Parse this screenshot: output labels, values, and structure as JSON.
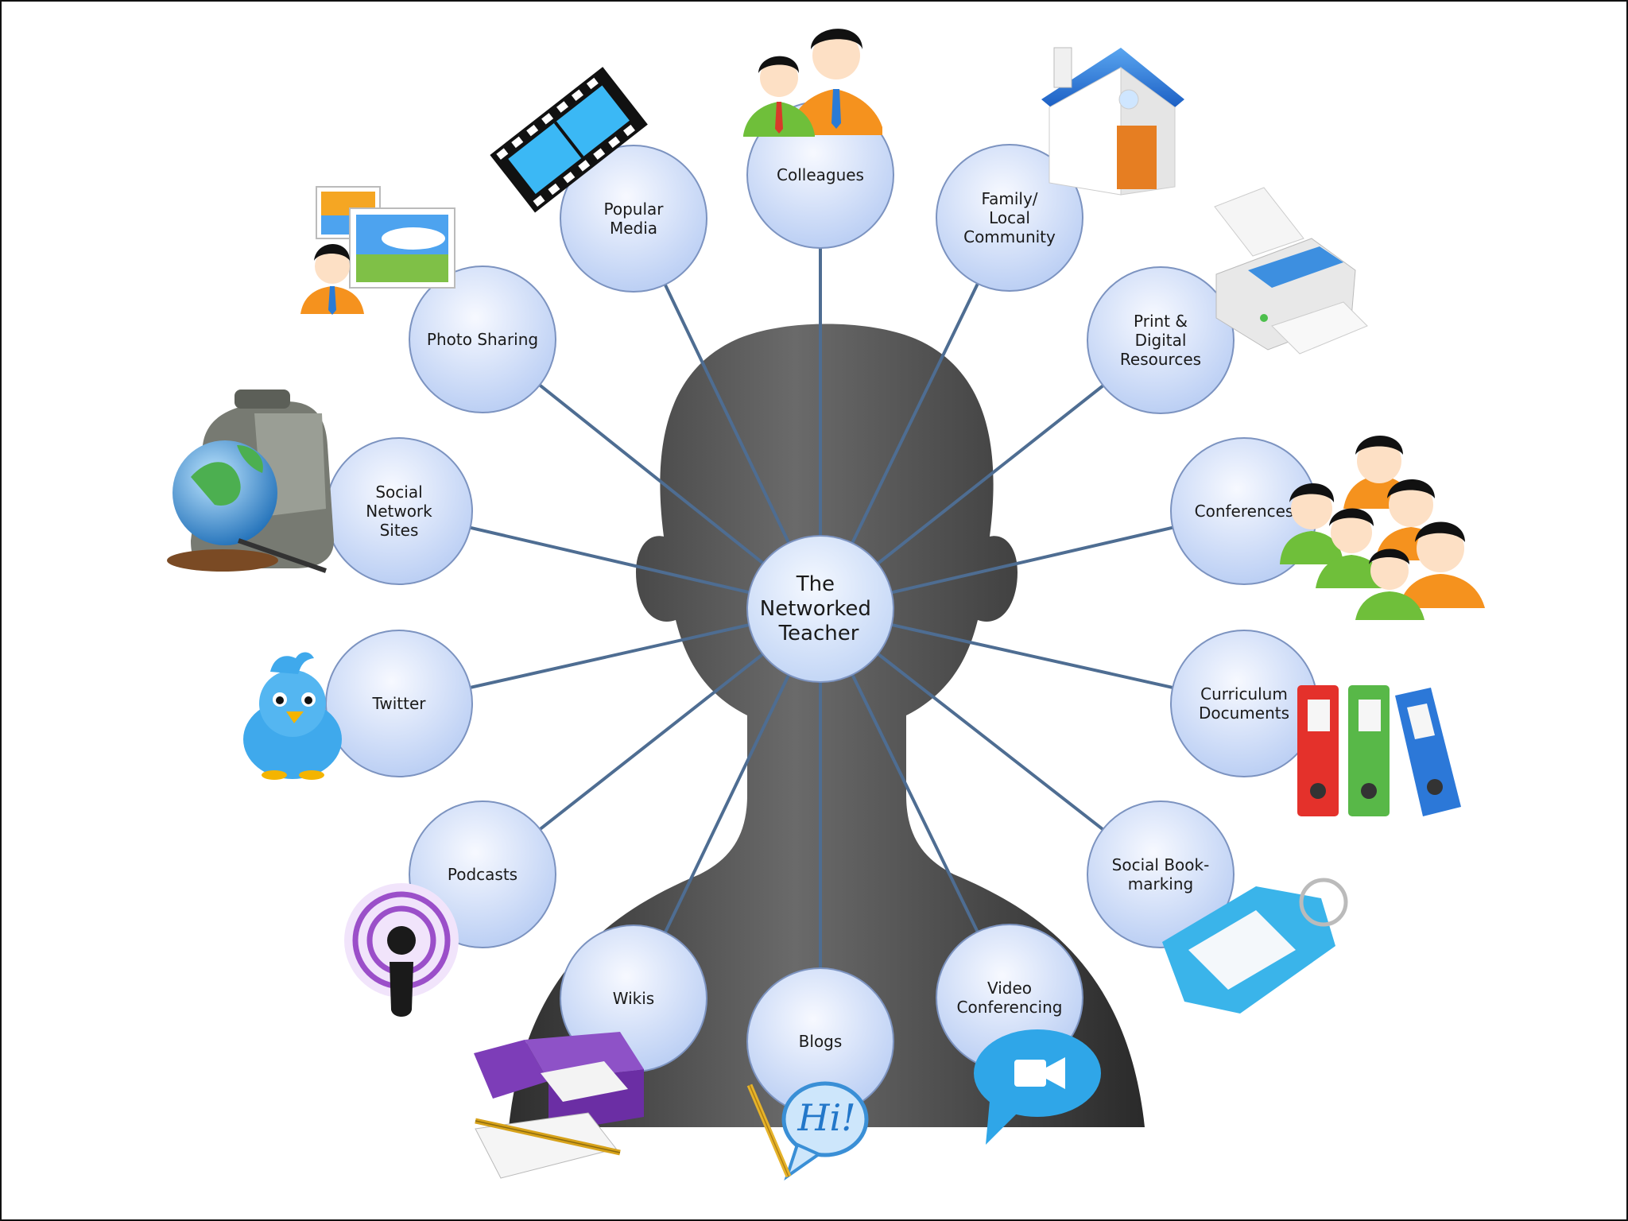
{
  "center": {
    "label_lines": [
      "The",
      "Networked",
      "Teacher"
    ]
  },
  "nodes": [
    {
      "id": "colleagues",
      "lines": [
        "Colleagues"
      ],
      "icon": "colleagues-icon"
    },
    {
      "id": "family-local-community",
      "lines": [
        "Family/",
        "Local",
        "Community"
      ],
      "icon": "house-icon"
    },
    {
      "id": "print-digital-resources",
      "lines": [
        "Print &",
        "Digital",
        "Resources"
      ],
      "icon": "printer-icon"
    },
    {
      "id": "conferences",
      "lines": [
        "Conferences"
      ],
      "icon": "crowd-icon"
    },
    {
      "id": "curriculum-documents",
      "lines": [
        "Curriculum",
        "Documents"
      ],
      "icon": "binders-icon"
    },
    {
      "id": "social-bookmarking",
      "lines": [
        "Social Book-",
        "marking"
      ],
      "icon": "tag-icon"
    },
    {
      "id": "video-conferencing",
      "lines": [
        "Video",
        "Conferencing"
      ],
      "icon": "video-chat-icon"
    },
    {
      "id": "blogs",
      "lines": [
        "Blogs"
      ],
      "icon": "hi-bubble-icon"
    },
    {
      "id": "wikis",
      "lines": [
        "Wikis"
      ],
      "icon": "book-pencil-icon"
    },
    {
      "id": "podcasts",
      "lines": [
        "Podcasts"
      ],
      "icon": "podcast-icon"
    },
    {
      "id": "twitter",
      "lines": [
        "Twitter"
      ],
      "icon": "bird-icon"
    },
    {
      "id": "social-network-sites",
      "lines": [
        "Social",
        "Network",
        "Sites"
      ],
      "icon": "globe-bag-icon"
    },
    {
      "id": "photo-sharing",
      "lines": [
        "Photo Sharing"
      ],
      "icon": "photos-icon"
    },
    {
      "id": "popular-media",
      "lines": [
        "Popular",
        "Media"
      ],
      "icon": "film-strip-icon"
    }
  ],
  "icon_texts": {
    "blogs_bubble": "Hi!"
  },
  "colors": {
    "node_fill_top": "#f2f6ff",
    "node_fill_bottom": "#b9cdf2",
    "node_stroke": "#7c93c0",
    "connector": "#4e6d92",
    "silhouette": "#3e3e3e",
    "silhouette_light": "#6e6e6e",
    "center_fill": "#d2e1fa",
    "twitter_blue": "#3fa9ec",
    "podcast_purple": "#9b4fc9",
    "chat_blue": "#2fa6e8",
    "binder_red": "#e4312b",
    "binder_green": "#58b848",
    "binder_blue": "#2c78d8",
    "person_orange": "#f5921e",
    "person_green": "#6fbf3a"
  }
}
